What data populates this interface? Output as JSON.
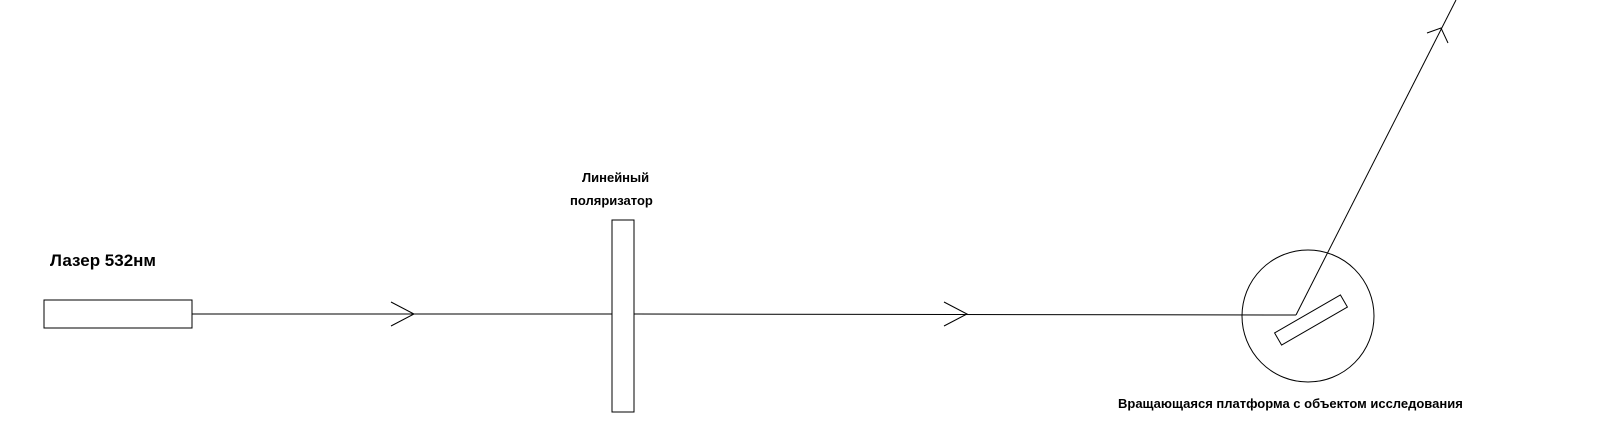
{
  "labels": {
    "laser": "Лазер 532нм",
    "polarizer_line1": "Линейный",
    "polarizer_line2": "поляризатор",
    "platform": "Вращающаяся платформа с объектом исследования"
  }
}
